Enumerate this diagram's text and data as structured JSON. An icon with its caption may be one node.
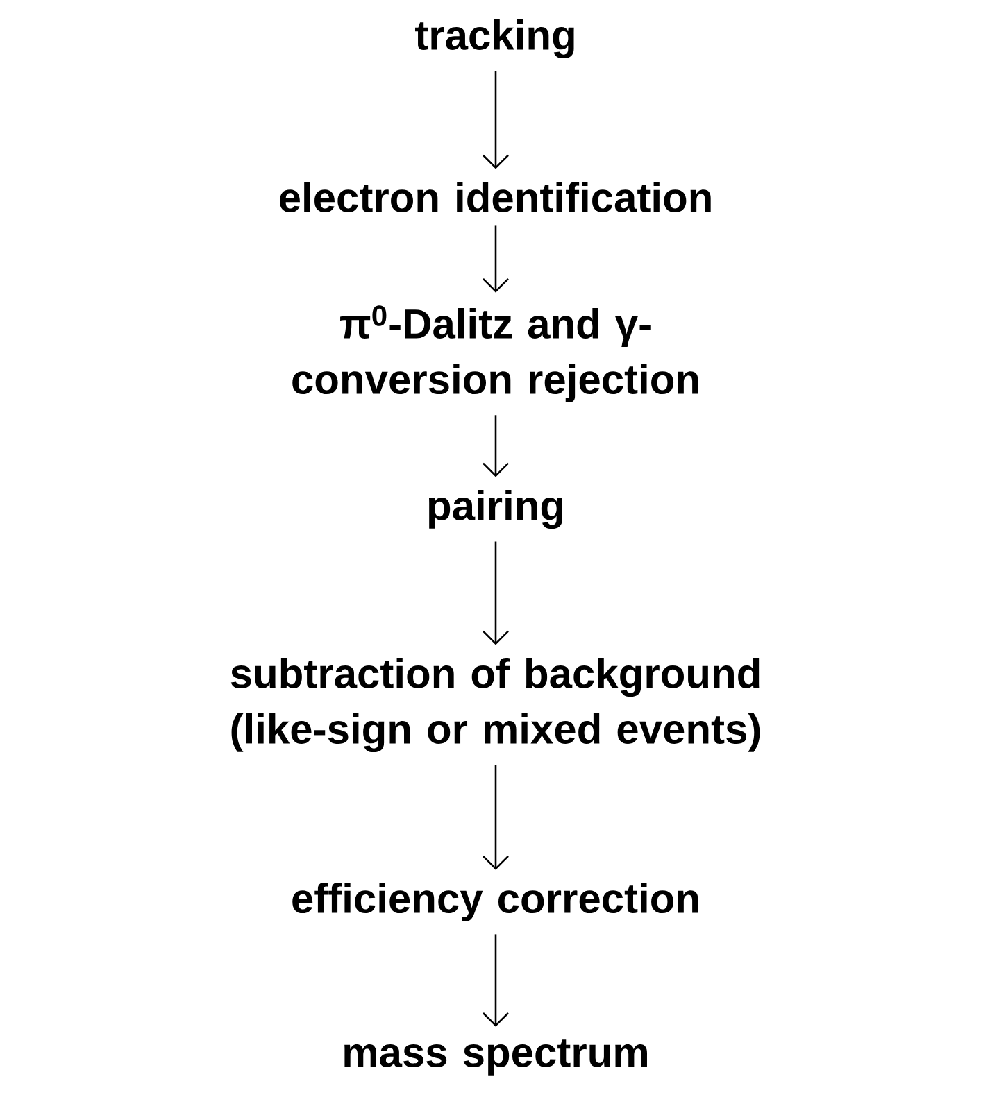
{
  "diagram": {
    "nodes": [
      {
        "text": [
          "tracking"
        ]
      },
      {
        "text": [
          "electron identification"
        ]
      },
      {
        "text": [
          "π$^{0}$-Dalitz and γ-conversion rejection"
        ]
      },
      {
        "text": [
          "pairing"
        ]
      },
      {
        "text": [
          "subtraction of background (like-sign or mixed events)"
        ]
      },
      {
        "text": [
          "efficiency correction"
        ]
      },
      {
        "text": [
          "mass spectrum"
        ]
      }
    ],
    "edges": [
      {
        "from": 0,
        "to": 1,
        "arrow": "to"
      },
      {
        "from": 1,
        "to": 2,
        "arrow": "to"
      },
      {
        "from": 2,
        "to": 3,
        "arrow": "to"
      },
      {
        "from": 3,
        "to": 4,
        "arrow": "to"
      },
      {
        "from": 4,
        "to": 5,
        "arrow": "to"
      },
      {
        "from": 5,
        "to": 6,
        "arrow": "to"
      }
    ]
  }
}
